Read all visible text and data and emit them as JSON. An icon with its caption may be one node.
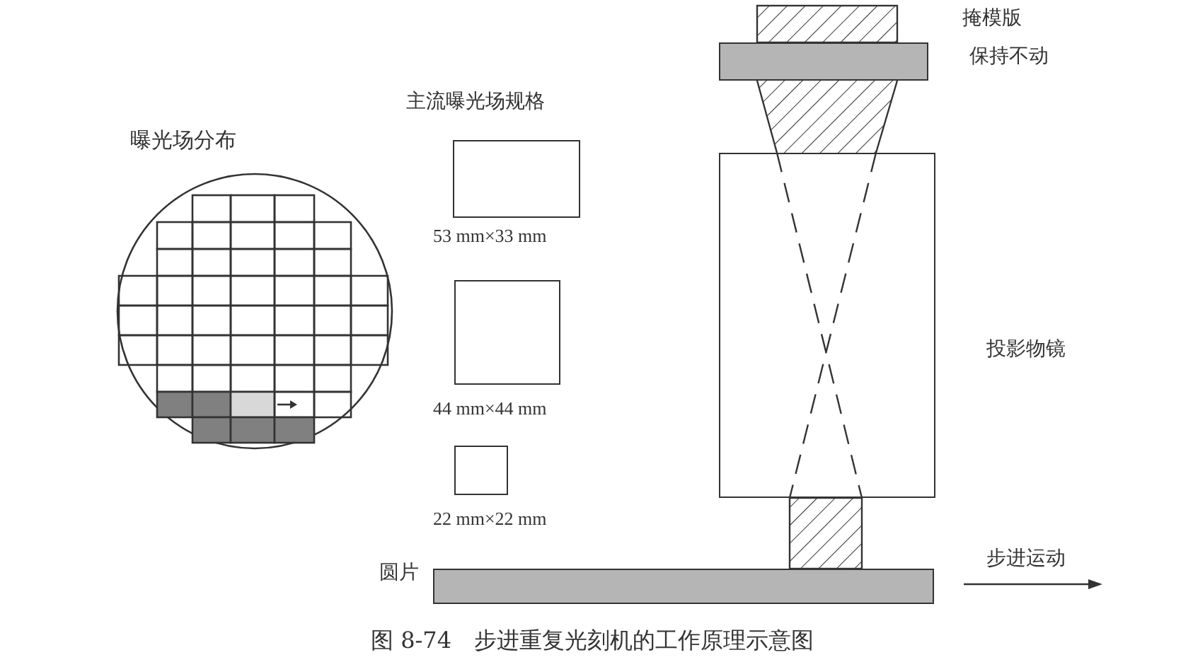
{
  "diagram": {
    "caption": "图 8-74　步进重复光刻机的工作原理示意图",
    "nodes": [
      {
        "text": [
          "曝光场分布"
        ]
      },
      {
        "text": [],
        "shape": "box",
        "beside": [
          "53 mm×33 mm"
        ]
      },
      {
        "text": [],
        "shape": "box",
        "beside": [
          "44 mm×44 mm"
        ]
      },
      {
        "text": [],
        "shape": "box",
        "beside": [
          "22 mm×22 mm"
        ]
      },
      {
        "text": [],
        "shape": "bar",
        "beside": [
          "掩模版",
          "保持不动"
        ]
      },
      {
        "text": [],
        "shape": "box",
        "beside": [
          "投影物镜"
        ]
      },
      {
        "text": [],
        "shape": "bar",
        "beside": [
          "圆片"
        ]
      }
    ],
    "edges": [],
    "labels": [
      "主流曝光场规格",
      "步进运动"
    ]
  }
}
